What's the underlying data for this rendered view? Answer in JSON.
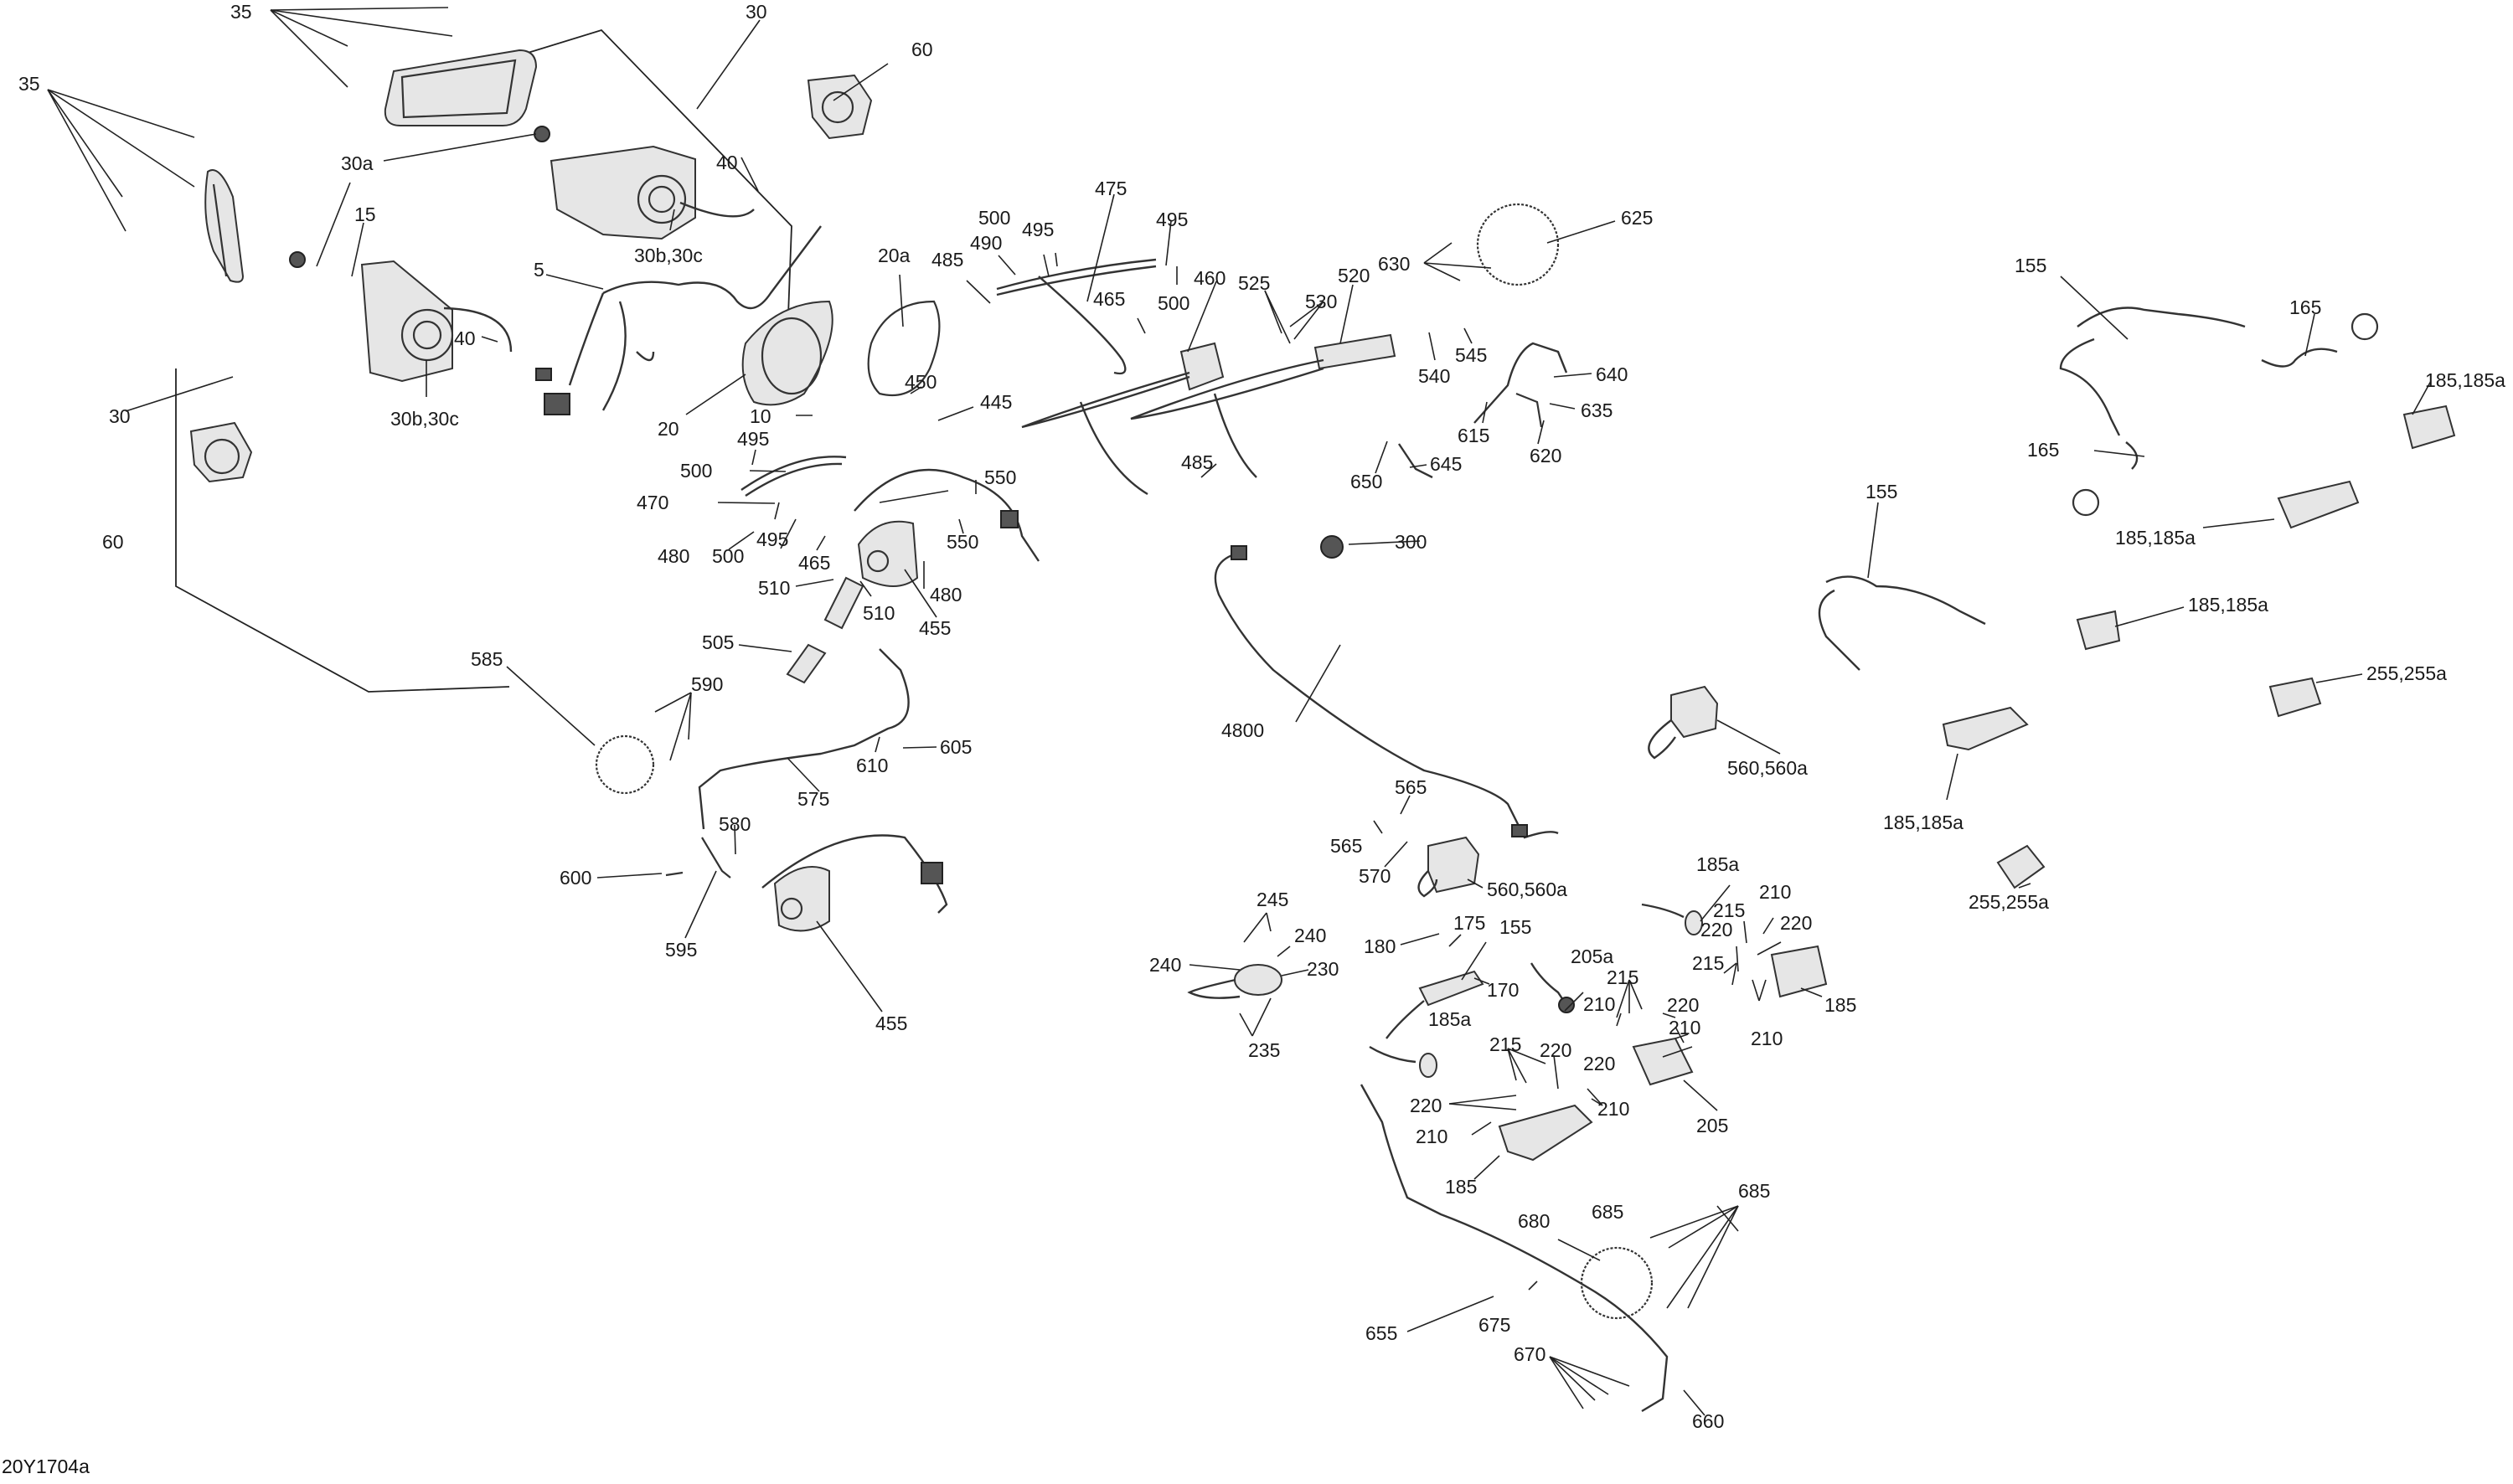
{
  "document": {
    "type": "exploded parts diagram",
    "reference_code": "20Y1704a"
  },
  "callouts": [
    {
      "id": "c1",
      "text": "35"
    },
    {
      "id": "c2",
      "text": "30"
    },
    {
      "id": "c3",
      "text": "60"
    },
    {
      "id": "c4",
      "text": "35"
    },
    {
      "id": "c5",
      "text": "30a"
    },
    {
      "id": "c6",
      "text": "40"
    },
    {
      "id": "c7",
      "text": "15"
    },
    {
      "id": "c8",
      "text": "30b,30c"
    },
    {
      "id": "c9",
      "text": "5"
    },
    {
      "id": "c10",
      "text": "40"
    },
    {
      "id": "c11",
      "text": "30b,30c"
    },
    {
      "id": "c12",
      "text": "30"
    },
    {
      "id": "c13",
      "text": "20"
    },
    {
      "id": "c14",
      "text": "10"
    },
    {
      "id": "c15",
      "text": "60"
    },
    {
      "id": "c16",
      "text": "20a"
    },
    {
      "id": "c17",
      "text": "485"
    },
    {
      "id": "c18",
      "text": "490"
    },
    {
      "id": "c19",
      "text": "500"
    },
    {
      "id": "c20",
      "text": "495"
    },
    {
      "id": "c21",
      "text": "475"
    },
    {
      "id": "c22",
      "text": "495"
    },
    {
      "id": "c23",
      "text": "500"
    },
    {
      "id": "c24",
      "text": "465"
    },
    {
      "id": "c25",
      "text": "460"
    },
    {
      "id": "c26",
      "text": "525"
    },
    {
      "id": "c27",
      "text": "530"
    },
    {
      "id": "c28",
      "text": "520"
    },
    {
      "id": "c29",
      "text": "630"
    },
    {
      "id": "c30",
      "text": "625"
    },
    {
      "id": "c31",
      "text": "540"
    },
    {
      "id": "c32",
      "text": "545"
    },
    {
      "id": "c33",
      "text": "640"
    },
    {
      "id": "c34",
      "text": "635"
    },
    {
      "id": "c35",
      "text": "615"
    },
    {
      "id": "c36",
      "text": "620"
    },
    {
      "id": "c37",
      "text": "645"
    },
    {
      "id": "c38",
      "text": "650"
    },
    {
      "id": "c39",
      "text": "450"
    },
    {
      "id": "c40",
      "text": "445"
    },
    {
      "id": "c41",
      "text": "485"
    },
    {
      "id": "c42",
      "text": "495"
    },
    {
      "id": "c43",
      "text": "500"
    },
    {
      "id": "c44",
      "text": "470"
    },
    {
      "id": "c45",
      "text": "480"
    },
    {
      "id": "c46",
      "text": "500"
    },
    {
      "id": "c47",
      "text": "495"
    },
    {
      "id": "c48",
      "text": "465"
    },
    {
      "id": "c49",
      "text": "550"
    },
    {
      "id": "c50",
      "text": "550"
    },
    {
      "id": "c51",
      "text": "510"
    },
    {
      "id": "c52",
      "text": "510"
    },
    {
      "id": "c53",
      "text": "480"
    },
    {
      "id": "c54",
      "text": "455"
    },
    {
      "id": "c55",
      "text": "300"
    },
    {
      "id": "c56",
      "text": "505"
    },
    {
      "id": "c57",
      "text": "585"
    },
    {
      "id": "c58",
      "text": "590"
    },
    {
      "id": "c59",
      "text": "605"
    },
    {
      "id": "c60",
      "text": "610"
    },
    {
      "id": "c61",
      "text": "575"
    },
    {
      "id": "c62",
      "text": "580"
    },
    {
      "id": "c63",
      "text": "600"
    },
    {
      "id": "c64",
      "text": "595"
    },
    {
      "id": "c65",
      "text": "455"
    },
    {
      "id": "c66",
      "text": "4800"
    },
    {
      "id": "c67",
      "text": "565"
    },
    {
      "id": "c68",
      "text": "565"
    },
    {
      "id": "c69",
      "text": "570"
    },
    {
      "id": "c70",
      "text": "560,560a"
    },
    {
      "id": "c71",
      "text": "560,560a"
    },
    {
      "id": "c72",
      "text": "245"
    },
    {
      "id": "c73",
      "text": "240"
    },
    {
      "id": "c74",
      "text": "240"
    },
    {
      "id": "c75",
      "text": "230"
    },
    {
      "id": "c76",
      "text": "235"
    },
    {
      "id": "c77",
      "text": "180"
    },
    {
      "id": "c78",
      "text": "175"
    },
    {
      "id": "c79",
      "text": "155"
    },
    {
      "id": "c80",
      "text": "170"
    },
    {
      "id": "c81",
      "text": "205a"
    },
    {
      "id": "c82",
      "text": "185a"
    },
    {
      "id": "c83",
      "text": "215"
    },
    {
      "id": "c84",
      "text": "210"
    },
    {
      "id": "c85",
      "text": "220"
    },
    {
      "id": "c86",
      "text": "220"
    },
    {
      "id": "c87",
      "text": "215"
    },
    {
      "id": "c88",
      "text": "215"
    },
    {
      "id": "c89",
      "text": "220"
    },
    {
      "id": "c90",
      "text": "210"
    },
    {
      "id": "c91",
      "text": "210"
    },
    {
      "id": "c92",
      "text": "210"
    },
    {
      "id": "c93",
      "text": "185"
    },
    {
      "id": "c94",
      "text": "220"
    },
    {
      "id": "c95",
      "text": "185a"
    },
    {
      "id": "c96",
      "text": "215"
    },
    {
      "id": "c97",
      "text": "220"
    },
    {
      "id": "c98",
      "text": "220"
    },
    {
      "id": "c99",
      "text": "210"
    },
    {
      "id": "c100",
      "text": "210"
    },
    {
      "id": "c101",
      "text": "205"
    },
    {
      "id": "c102",
      "text": "185"
    },
    {
      "id": "c103",
      "text": "155"
    },
    {
      "id": "c104",
      "text": "165"
    },
    {
      "id": "c105",
      "text": "165"
    },
    {
      "id": "c106",
      "text": "185,185a"
    },
    {
      "id": "c107",
      "text": "185,185a"
    },
    {
      "id": "c108",
      "text": "155"
    },
    {
      "id": "c109",
      "text": "185,185a"
    },
    {
      "id": "c110",
      "text": "255,255a"
    },
    {
      "id": "c111",
      "text": "185,185a"
    },
    {
      "id": "c112",
      "text": "255,255a"
    },
    {
      "id": "c113",
      "text": "685"
    },
    {
      "id": "c114",
      "text": "685"
    },
    {
      "id": "c115",
      "text": "680"
    },
    {
      "id": "c116",
      "text": "655"
    },
    {
      "id": "c117",
      "text": "675"
    },
    {
      "id": "c118",
      "text": "670"
    },
    {
      "id": "c119",
      "text": "660"
    }
  ]
}
